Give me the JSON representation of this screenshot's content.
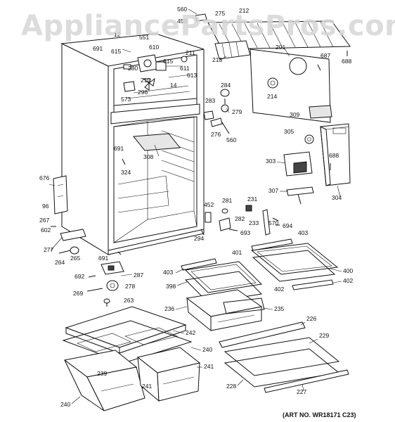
{
  "watermark": "AppliancePartsPros.com",
  "art_no": "(ART NO. WR18171 C23)",
  "callouts": [
    {
      "id": "c560a",
      "text": "560"
    },
    {
      "id": "c275",
      "text": "275"
    },
    {
      "id": "c212",
      "text": "212"
    },
    {
      "id": "c450",
      "text": "450"
    },
    {
      "id": "c12",
      "text": "12"
    },
    {
      "id": "c551",
      "text": "551"
    },
    {
      "id": "c691a",
      "text": "691"
    },
    {
      "id": "c615a",
      "text": "615"
    },
    {
      "id": "c610",
      "text": "610"
    },
    {
      "id": "c280",
      "text": "280"
    },
    {
      "id": "c211",
      "text": "211"
    },
    {
      "id": "c615b",
      "text": "615"
    },
    {
      "id": "c611",
      "text": "611"
    },
    {
      "id": "c613",
      "text": "613"
    },
    {
      "id": "c210",
      "text": "210"
    },
    {
      "id": "c14",
      "text": "14"
    },
    {
      "id": "c296",
      "text": "296"
    },
    {
      "id": "c573",
      "text": "573"
    },
    {
      "id": "c213",
      "text": "213"
    },
    {
      "id": "c201",
      "text": "201"
    },
    {
      "id": "c687",
      "text": "687"
    },
    {
      "id": "c688a",
      "text": "688"
    },
    {
      "id": "c284",
      "text": "284"
    },
    {
      "id": "c214",
      "text": "214"
    },
    {
      "id": "c283",
      "text": "283"
    },
    {
      "id": "c279",
      "text": "279"
    },
    {
      "id": "c276",
      "text": "276"
    },
    {
      "id": "c560b",
      "text": "560"
    },
    {
      "id": "c309",
      "text": "309"
    },
    {
      "id": "c305",
      "text": "305"
    },
    {
      "id": "c691b",
      "text": "691"
    },
    {
      "id": "c308",
      "text": "308"
    },
    {
      "id": "c324",
      "text": "324"
    },
    {
      "id": "c303",
      "text": "303"
    },
    {
      "id": "c688b",
      "text": "688"
    },
    {
      "id": "c676",
      "text": "676"
    },
    {
      "id": "c96",
      "text": "96"
    },
    {
      "id": "c267",
      "text": "267"
    },
    {
      "id": "c602",
      "text": "602"
    },
    {
      "id": "c277",
      "text": "277"
    },
    {
      "id": "c264",
      "text": "264"
    },
    {
      "id": "c265",
      "text": "265"
    },
    {
      "id": "c691c",
      "text": "691"
    },
    {
      "id": "c452",
      "text": "452"
    },
    {
      "id": "c281",
      "text": "281"
    },
    {
      "id": "c231",
      "text": "231"
    },
    {
      "id": "c282",
      "text": "282"
    },
    {
      "id": "c233",
      "text": "233"
    },
    {
      "id": "c570",
      "text": "570"
    },
    {
      "id": "c307",
      "text": "307"
    },
    {
      "id": "c304",
      "text": "304"
    },
    {
      "id": "c694",
      "text": "694"
    },
    {
      "id": "c403a",
      "text": "403"
    },
    {
      "id": "c693",
      "text": "693"
    },
    {
      "id": "c294",
      "text": "294"
    },
    {
      "id": "c401",
      "text": "401"
    },
    {
      "id": "c692",
      "text": "692"
    },
    {
      "id": "c287",
      "text": "287"
    },
    {
      "id": "c403b",
      "text": "403"
    },
    {
      "id": "c400",
      "text": "400"
    },
    {
      "id": "c402a",
      "text": "402"
    },
    {
      "id": "c269",
      "text": "269"
    },
    {
      "id": "c278",
      "text": "278"
    },
    {
      "id": "c398",
      "text": "398"
    },
    {
      "id": "c402b",
      "text": "402"
    },
    {
      "id": "c263",
      "text": "263"
    },
    {
      "id": "c236",
      "text": "236"
    },
    {
      "id": "c235",
      "text": "235"
    },
    {
      "id": "c226",
      "text": "226"
    },
    {
      "id": "c242",
      "text": "242"
    },
    {
      "id": "c229",
      "text": "229"
    },
    {
      "id": "c240a",
      "text": "240"
    },
    {
      "id": "c239",
      "text": "239"
    },
    {
      "id": "c241a",
      "text": "241"
    },
    {
      "id": "c241b",
      "text": "241"
    },
    {
      "id": "c228",
      "text": "228"
    },
    {
      "id": "c240b",
      "text": "240"
    },
    {
      "id": "c227",
      "text": "227"
    }
  ]
}
